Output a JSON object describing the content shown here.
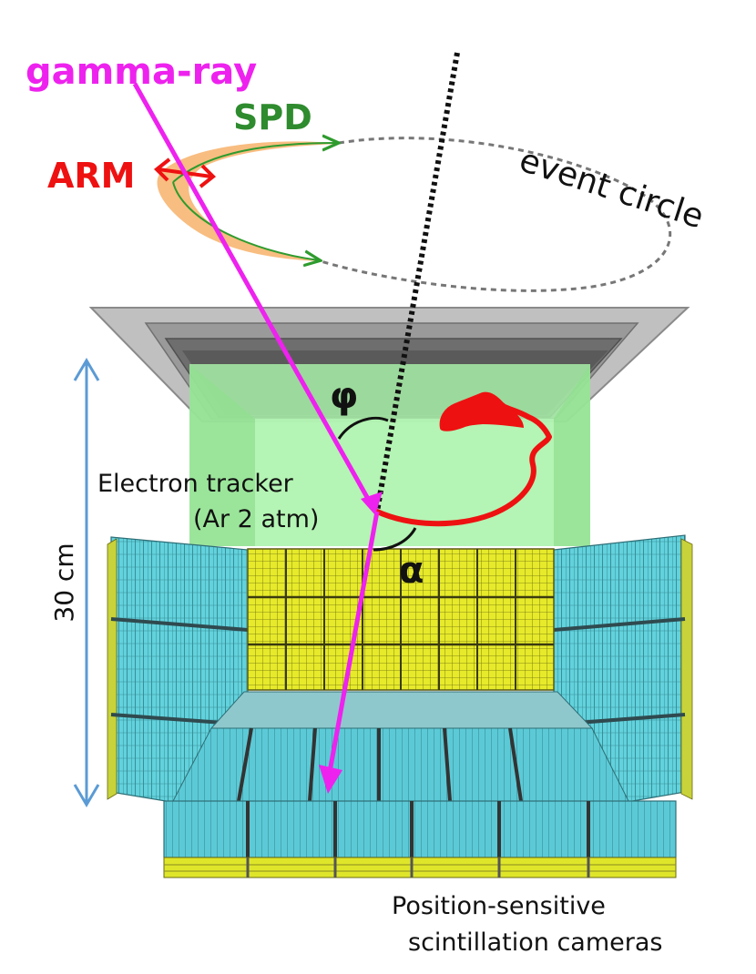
{
  "labels": {
    "gamma_ray": "gamma-ray",
    "spd": "SPD",
    "arm": "ARM",
    "event_circle": "event circle",
    "phi": "φ",
    "alpha": "α",
    "electron_tracker_line1": "Electron tracker",
    "electron_tracker_line2": "(Ar 2 atm)",
    "scale": "30 cm",
    "cameras_line1": "Position-sensitive",
    "cameras_line2": "scintillation cameras"
  },
  "colors": {
    "gamma_ray": "#ee22ee",
    "spd": "#2e8b2e",
    "arm": "#ee1111",
    "arm_band": "#f7b26a",
    "electron_track": "#ee1111",
    "tracker_volume": "#a8f0a8",
    "scintillator_side": "#5ccfd8",
    "scintillator_back": "#e2e82a",
    "scale_arrow": "#5b9bd5",
    "top_plate": "#a8a8a8"
  },
  "icons": {
    "top_plate": "gray-plate-icon",
    "scale_arrow": "double-arrow-icon",
    "recoil_track": "electron-track-icon"
  }
}
